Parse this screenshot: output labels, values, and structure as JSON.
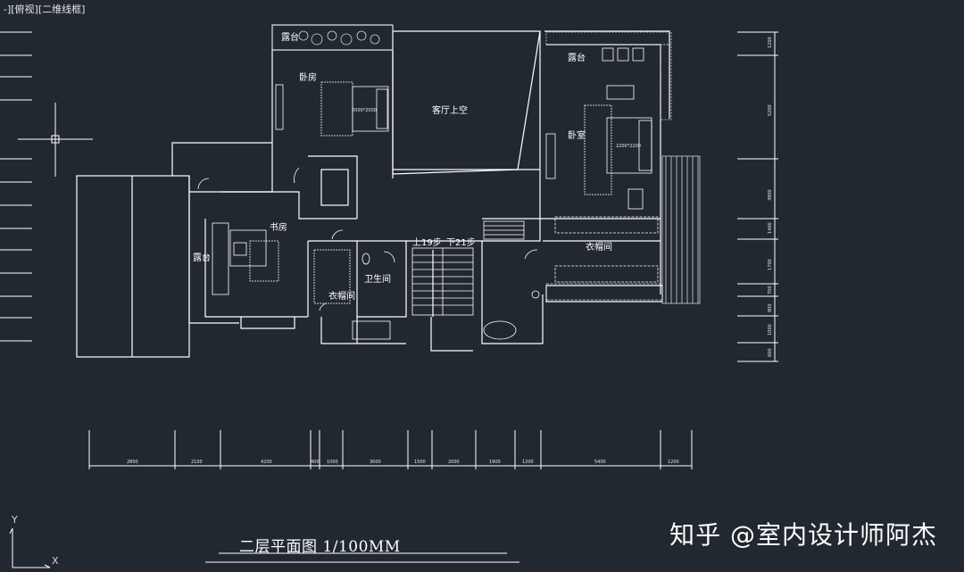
{
  "viewport": {
    "label": "-][俯视][二维线框]",
    "background": "#222830"
  },
  "rooms": {
    "dutai_1": "露台",
    "bedroom_1": "卧房",
    "living_void": "客厅上空",
    "dutai_2": "露台",
    "master_bedroom": "卧室",
    "study": "书房",
    "dutai_west": "露台",
    "closet_1": "衣帽间",
    "bathroom": "卫生间",
    "stair_up": "上19步",
    "stair_down": "下21步",
    "closet_2": "衣帽间",
    "bed_size_1": "2000*2000",
    "bed_size_2": "2200*2200"
  },
  "bottom_dims": [
    "2800",
    "2100",
    "4200",
    "400",
    "1000",
    "3000",
    "1500",
    "2000",
    "1900",
    "1200",
    "5400",
    "1200"
  ],
  "right_dims": [
    "1200",
    "5200",
    "3900",
    "1400",
    "1700",
    "700",
    "900",
    "1000",
    "600"
  ],
  "title": "二层平面图 1/100MM",
  "watermark": "知乎 @室内设计师阿杰",
  "ucs": {
    "x": "X",
    "y": "Y"
  }
}
